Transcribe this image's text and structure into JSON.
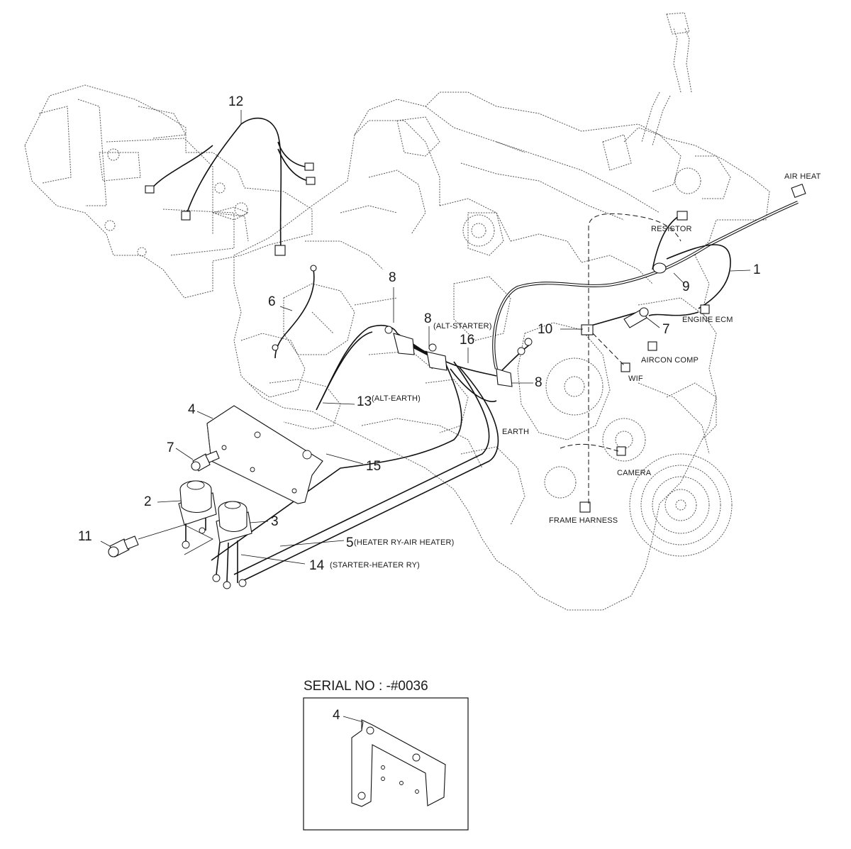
{
  "callouts": {
    "c1": "1",
    "c2": "2",
    "c3": "3",
    "c4": "4",
    "c5": "5",
    "c6": "6",
    "c7a": "7",
    "c7b": "7",
    "c8a": "8",
    "c8b": "8",
    "c8c": "8",
    "c9": "9",
    "c10": "10",
    "c11": "11",
    "c12": "12",
    "c13": "13",
    "c14": "14",
    "c15": "15",
    "c16": "16",
    "c4_inset": "4"
  },
  "tags": {
    "air_heat": "AIR HEAT",
    "resistor": "RESISTOR",
    "engine_ecm": "ENGINE ECM",
    "aircon_comp": "AIRCON COMP",
    "wif": "WIF",
    "earth": "EARTH",
    "camera": "CAMERA",
    "frame_harness": "FRAME HARNESS",
    "alt_starter": "(ALT-STARTER)",
    "alt_earth": "(ALT-EARTH)",
    "heater_ry_air_heater": "(HEATER RY-AIR HEATER)",
    "starter_heater_ry": "(STARTER-HEATER RY)"
  },
  "inset": {
    "title": "SERIAL NO : -#0036"
  },
  "colors": {
    "line": "#111111",
    "engine_outline": "#555555",
    "background": "#ffffff"
  }
}
